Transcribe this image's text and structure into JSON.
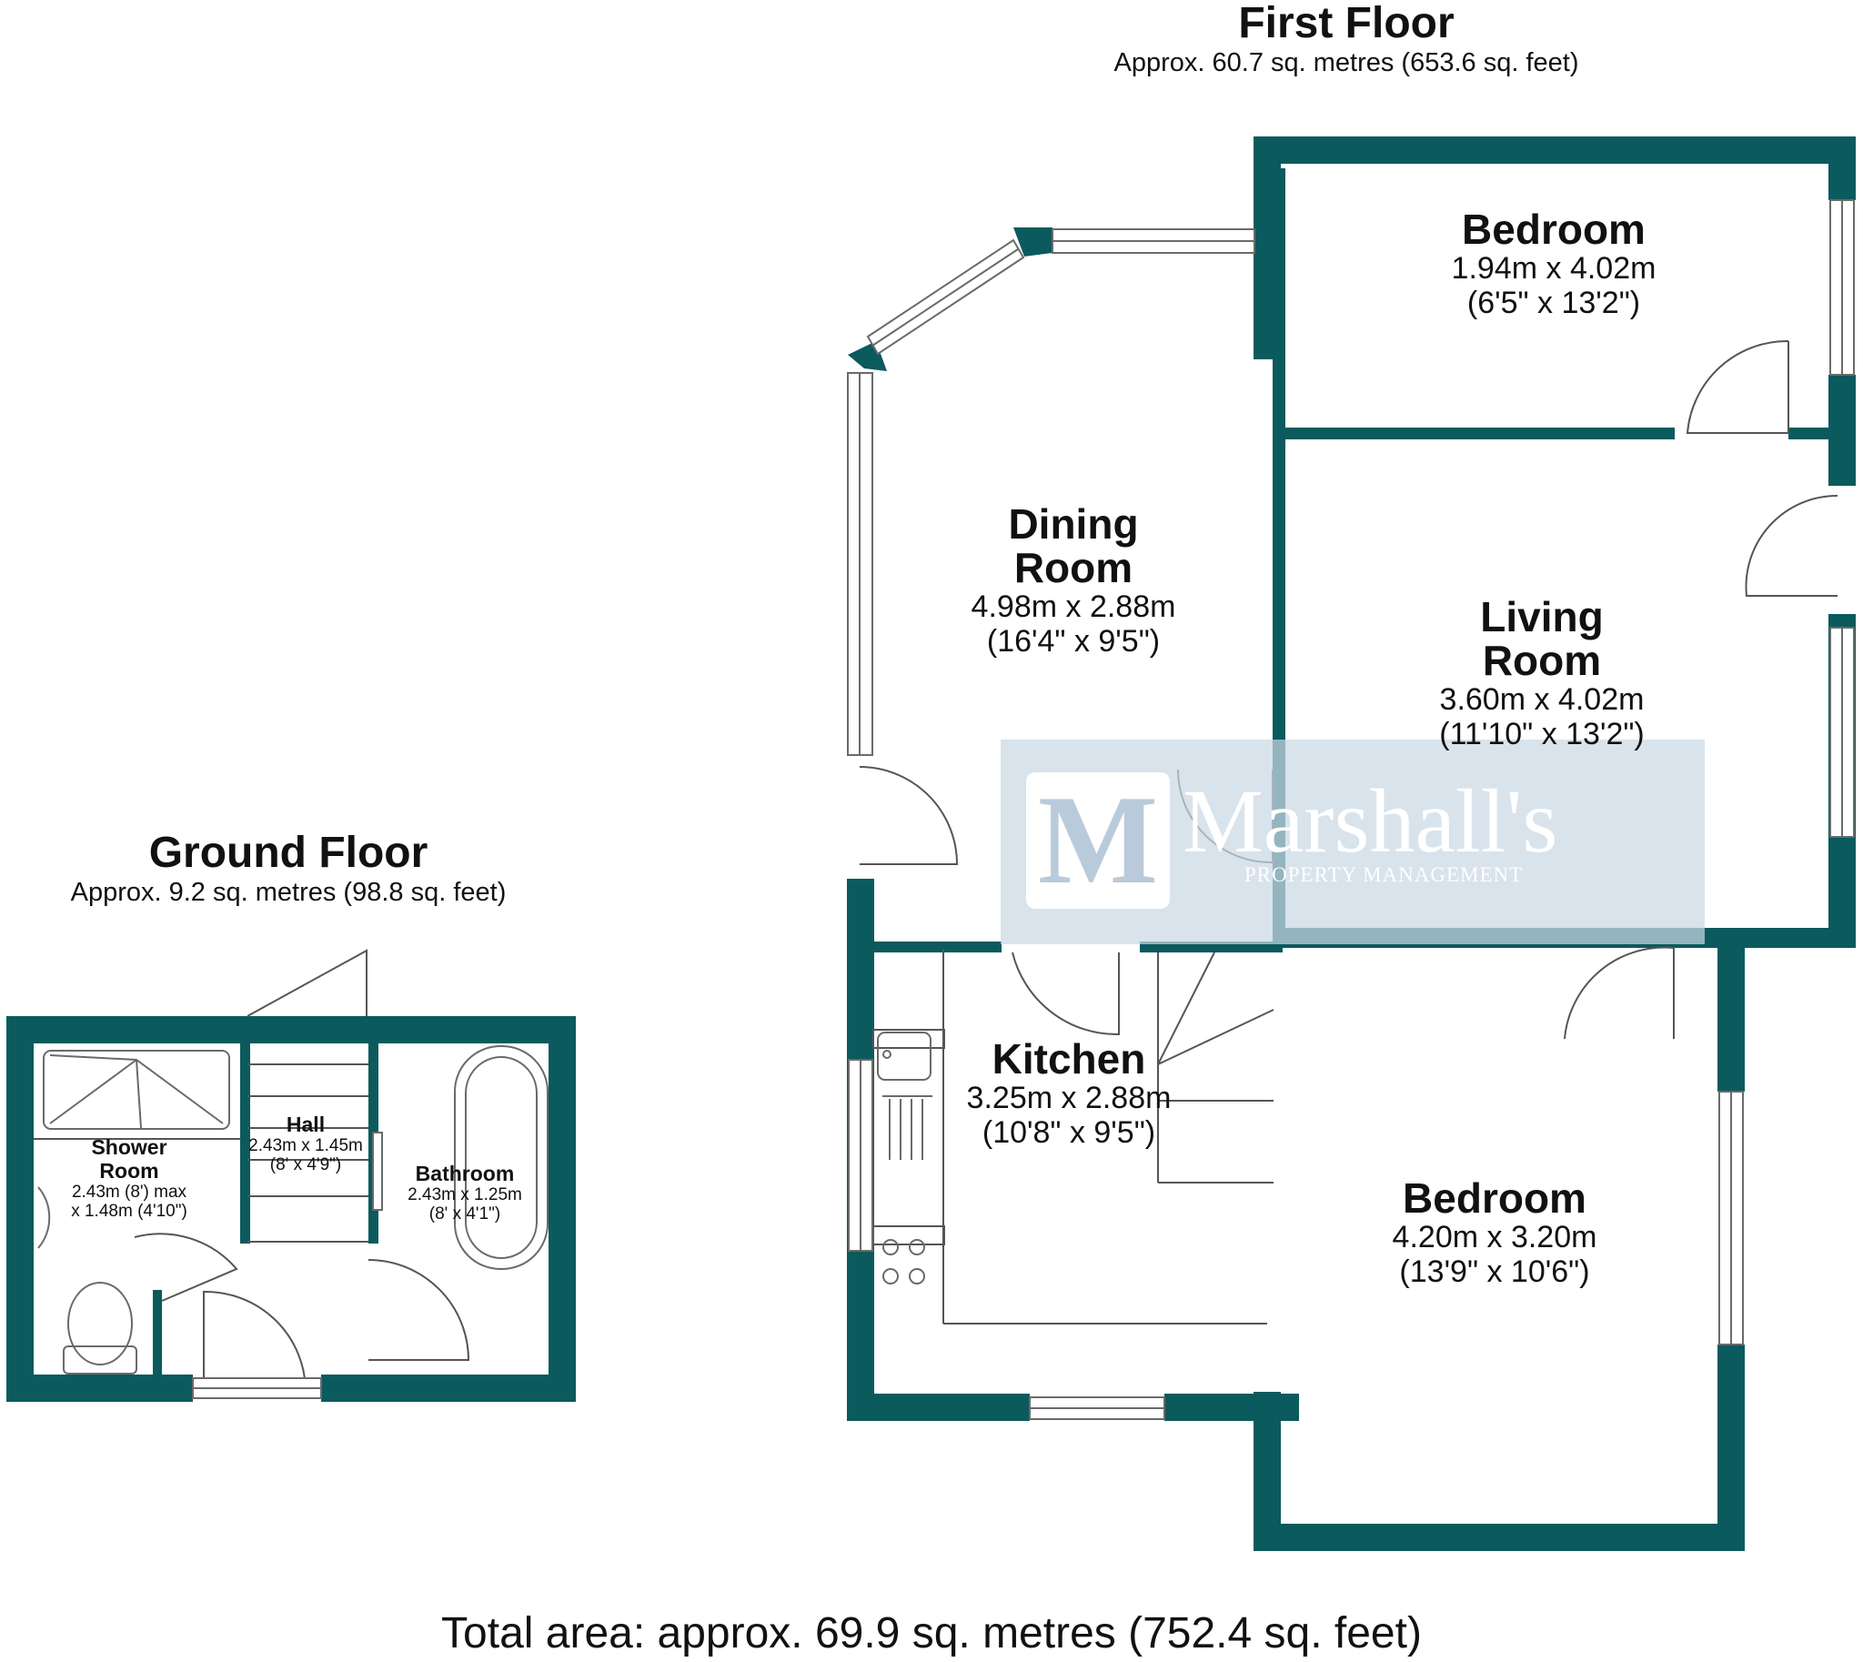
{
  "colors": {
    "wall": "#0a5a5e",
    "fixture": "#6a6a6a",
    "watermark": "#cbd8e4",
    "text": "#111111"
  },
  "first_floor": {
    "title": "First Floor",
    "area": "Approx. 60.7 sq. metres (653.6 sq. feet)",
    "rooms": {
      "bedroom_top": {
        "name": "Bedroom",
        "dim_m": "1.94m x 4.02m",
        "dim_ft": "(6'5\" x 13'2\")"
      },
      "dining": {
        "name_1": "Dining",
        "name_2": "Room",
        "dim_m": "4.98m x 2.88m",
        "dim_ft": "(16'4\" x 9'5\")"
      },
      "living": {
        "name_1": "Living",
        "name_2": "Room",
        "dim_m": "3.60m x 4.02m",
        "dim_ft": "(11'10\" x 13'2\")"
      },
      "kitchen": {
        "name": "Kitchen",
        "dim_m": "3.25m x 2.88m",
        "dim_ft": "(10'8\" x 9'5\")"
      },
      "bedroom_bottom": {
        "name": "Bedroom",
        "dim_m": "4.20m x 3.20m",
        "dim_ft": "(13'9\" x 10'6\")"
      }
    }
  },
  "ground_floor": {
    "title": "Ground Floor",
    "area": "Approx. 9.2 sq. metres (98.8 sq. feet)",
    "rooms": {
      "shower": {
        "name_1": "Shower",
        "name_2": "Room",
        "dim_1": "2.43m (8') max",
        "dim_2": "x 1.48m (4'10\")"
      },
      "hall": {
        "name": "Hall",
        "dim_m": "2.43m x 1.45m",
        "dim_ft": "(8' x 4'9\")"
      },
      "bathroom": {
        "name": "Bathroom",
        "dim_m": "2.43m x 1.25m",
        "dim_ft": "(8' x 4'1\")"
      }
    }
  },
  "total_area": "Total area: approx. 69.9 sq. metres (752.4 sq. feet)",
  "watermark": {
    "monogram": "M",
    "name": "Marshall's",
    "subtitle": "PROPERTY MANAGEMENT"
  }
}
